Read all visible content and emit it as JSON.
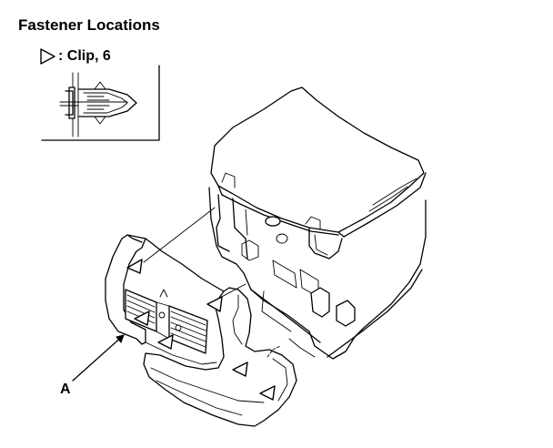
{
  "diagram": {
    "title": "Fastener Locations",
    "legend": {
      "symbol_icon": "clip-triangle-icon",
      "text": ": Clip, 6"
    },
    "callouts": [
      {
        "id": "A",
        "label": "A"
      }
    ]
  },
  "colors": {
    "line": "#000000",
    "background": "#ffffff"
  }
}
